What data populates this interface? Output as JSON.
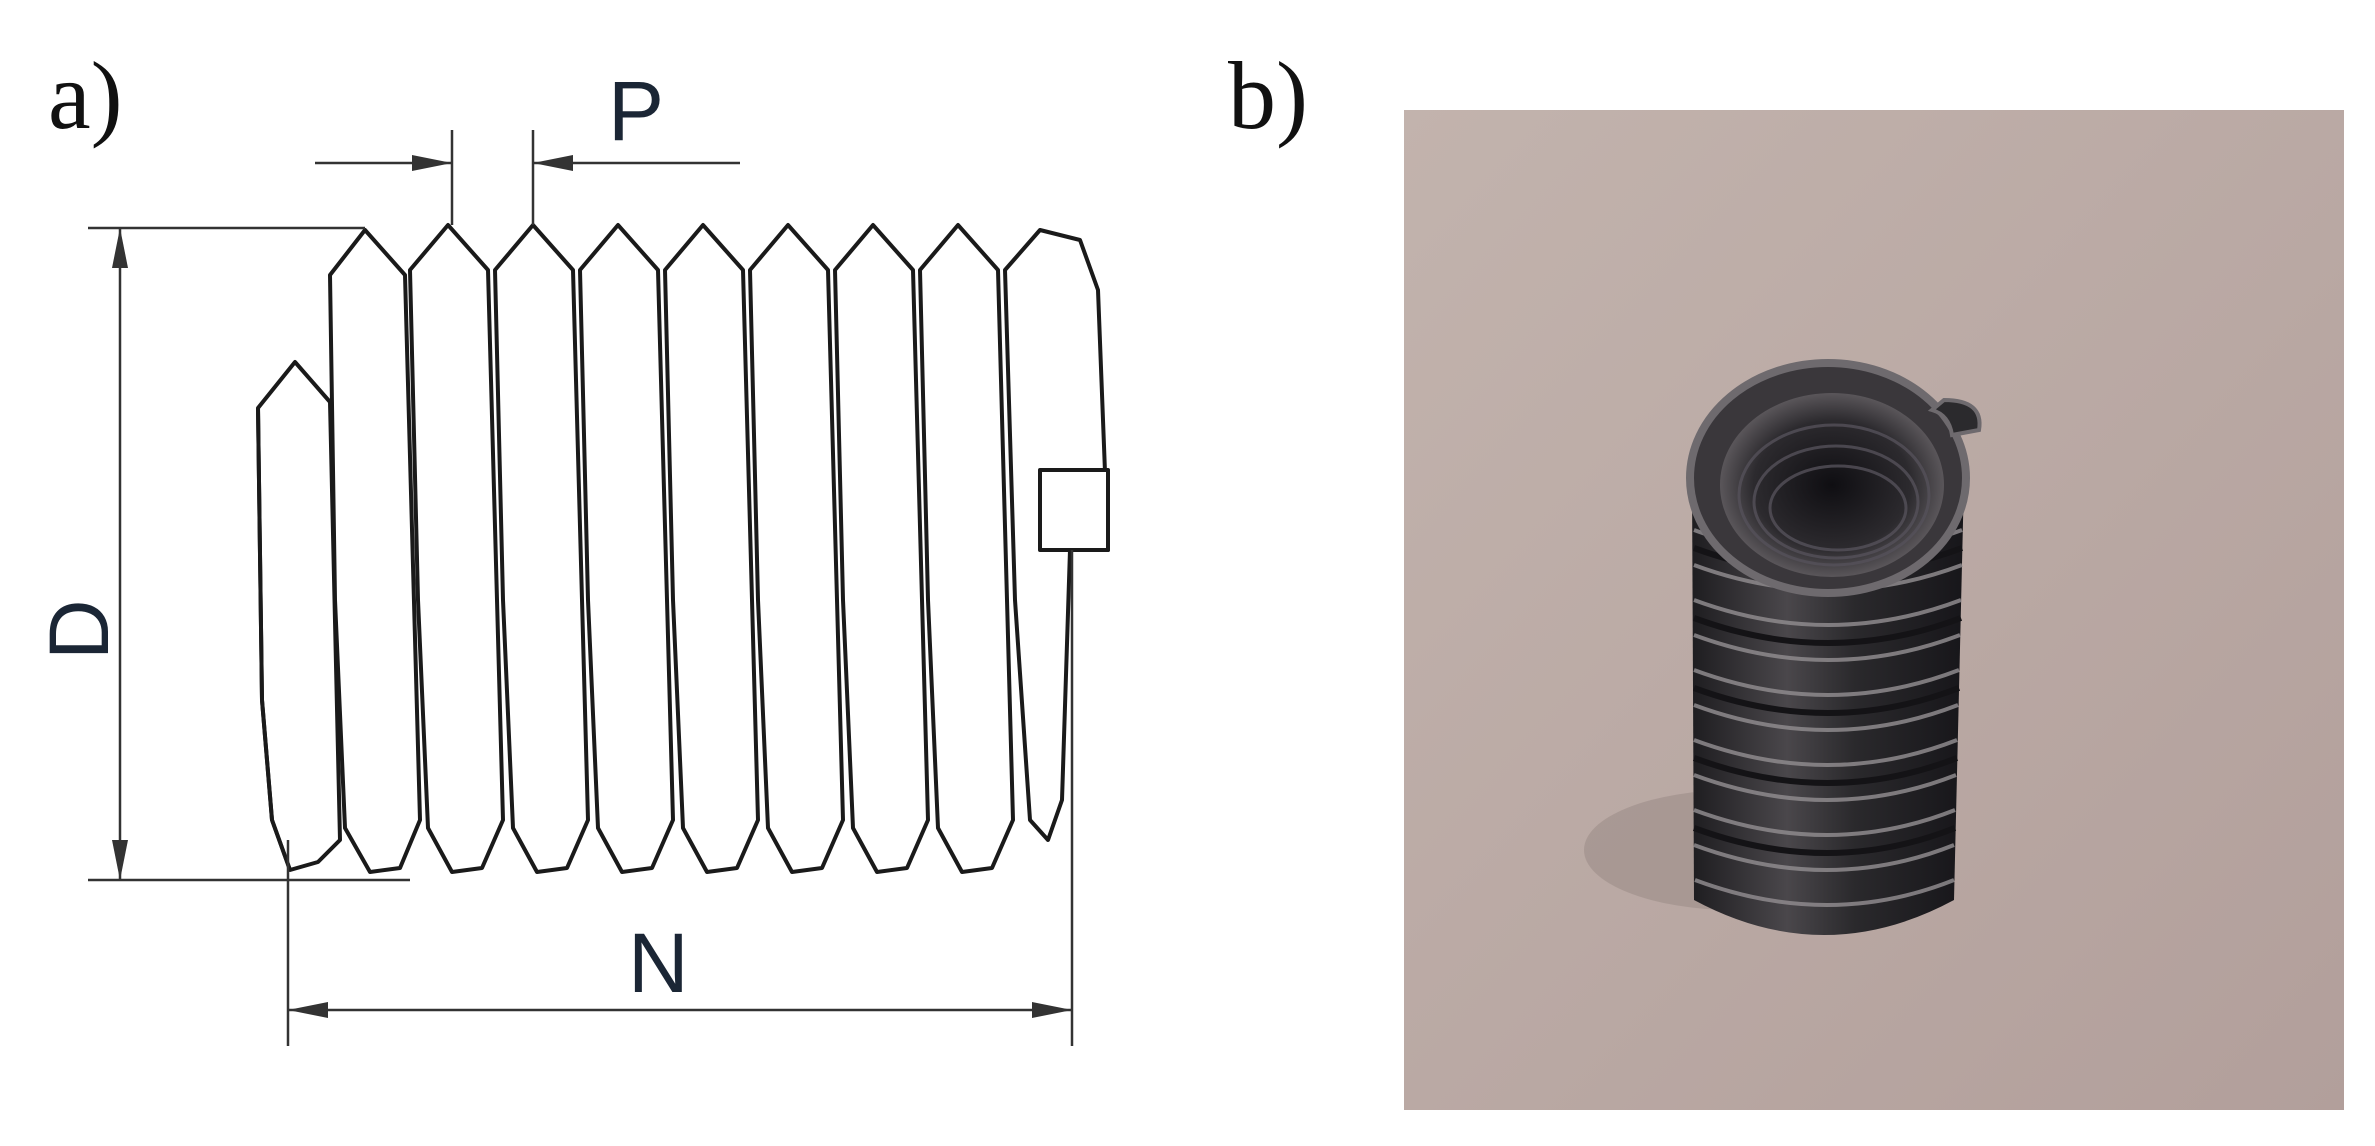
{
  "panels": {
    "a": {
      "label": "a)"
    },
    "b": {
      "label": "b)"
    }
  },
  "dimensions": {
    "pitch": "P",
    "diameter": "D",
    "length": "N"
  },
  "colors": {
    "line": "#1a1a1a",
    "dimension_line": "#333333",
    "dimension_text": "#1b2635",
    "photo_background": "#b9a8a3",
    "coil_metal": "#2b2a2d",
    "coil_highlight": "#8e8a8d"
  }
}
